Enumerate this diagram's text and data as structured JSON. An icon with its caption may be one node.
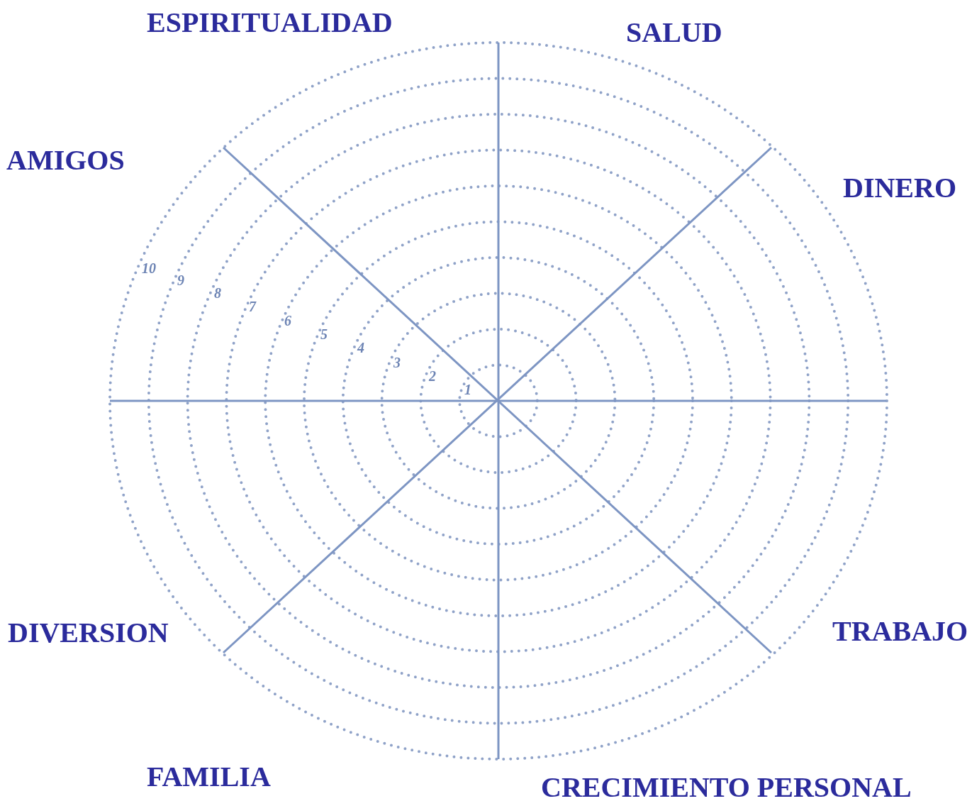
{
  "diagram": {
    "labels": [
      "ESPIRITUALIDAD",
      "SALUD",
      "AMIGOS",
      "DINERO",
      "10",
      "9",
      "8",
      "7",
      "6",
      "5",
      "4",
      "3",
      "2",
      "1",
      "DIVERSION",
      "TRABAJO",
      "FAMILIA",
      "CRECIMIENTO PERSONAL"
    ]
  }
}
